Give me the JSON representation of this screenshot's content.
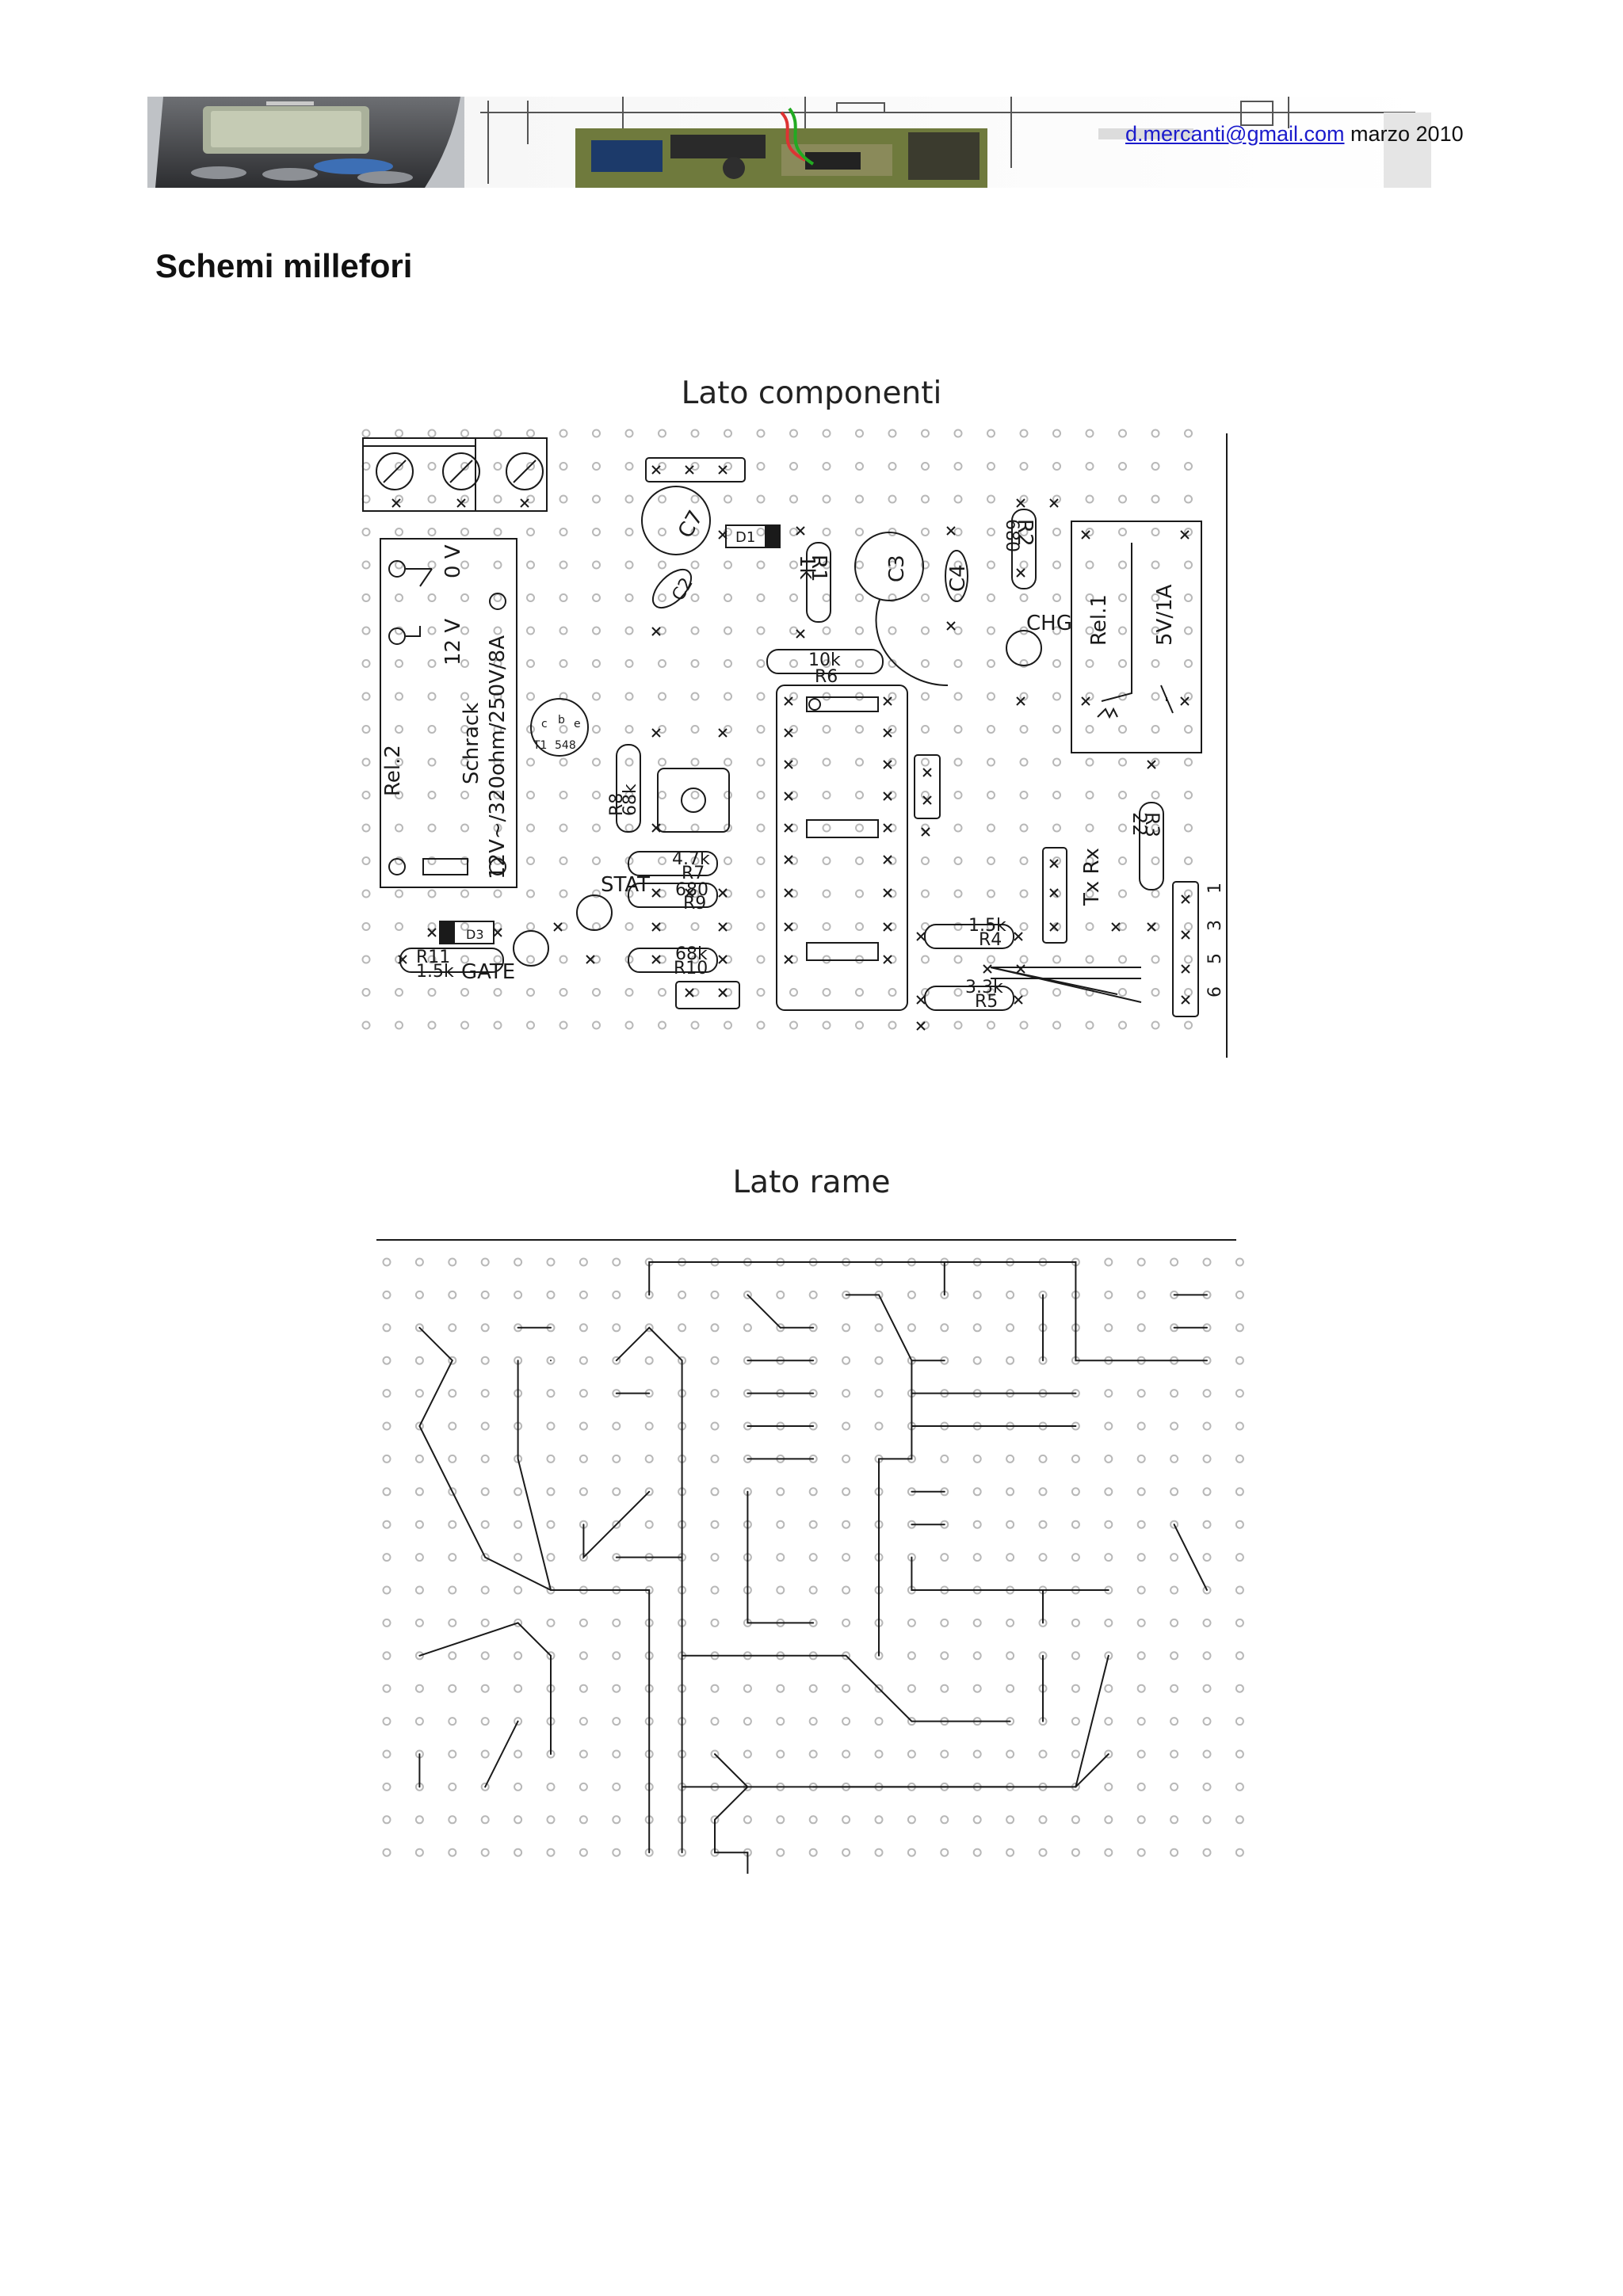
{
  "header": {
    "email": "d.mercanti@gmail.com",
    "date": "marzo 2010"
  },
  "page_title": "Schemi millefori",
  "section_components": {
    "title": "Lato componenti",
    "labels": {
      "rel2": "Rel.2",
      "schrack": "Schrack",
      "rel2_spec": "12V~/320ohm/250V/8A",
      "v12": "12 V",
      "v0": "0 V",
      "c7": "C7",
      "c2": "C2",
      "d1": "D1",
      "r1": "R1",
      "r1_val": "1k",
      "c3": "C3",
      "c4": "C4",
      "r2": "R2",
      "r2_val": "680",
      "chg": "CHG",
      "rel1": "Rel.1",
      "rel1_spec": "5V/1A",
      "r6_val": "10k",
      "r6": "R6",
      "t1": "T1",
      "t1_part": "548",
      "t1_c": "c",
      "t1_b": "b",
      "t1_e": "e",
      "r8": "R8",
      "r8_val": "68k",
      "r7_val": "4.7k",
      "r7": "R7",
      "stat": "STAT",
      "r9_val": "680",
      "r9": "R9",
      "r10_val": "68k",
      "r10": "R10",
      "d3": "D3",
      "r11": "R11",
      "r11_val": "1.5k",
      "gate": "GATE",
      "r3": "R3",
      "r3_val": "22",
      "txrx": "Tx Rx",
      "r4_val": "1.5k",
      "r4": "R4",
      "r5_val": "3.3k",
      "r5": "R5",
      "pin1": "1",
      "pin3": "3",
      "pin5": "5",
      "pin6": "6"
    }
  },
  "section_copper": {
    "title": "Lato rame"
  }
}
